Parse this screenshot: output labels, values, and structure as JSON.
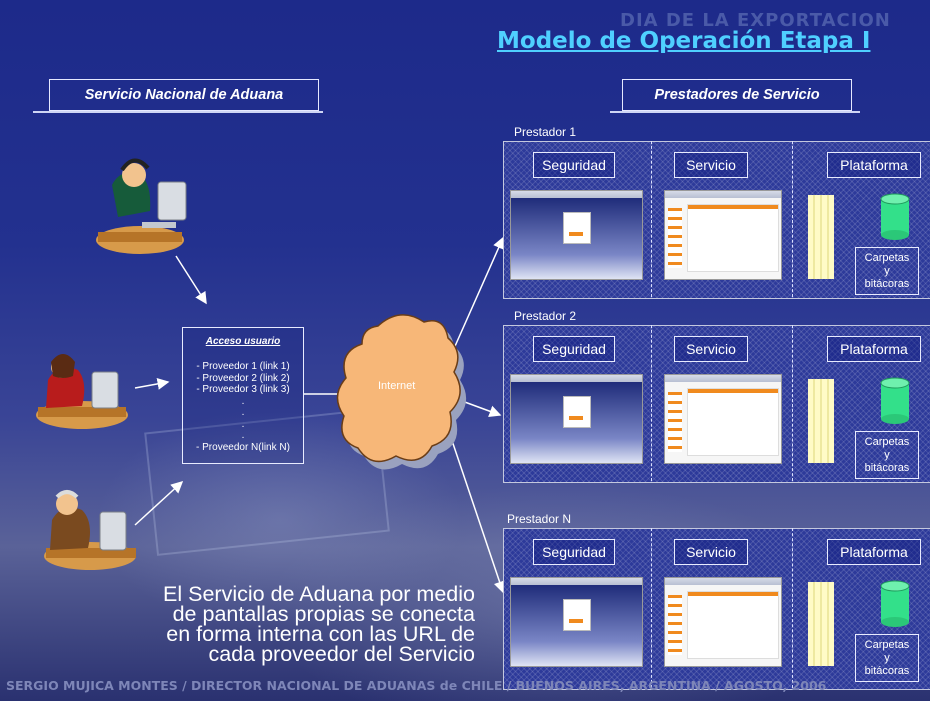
{
  "header": {
    "background_caption": "DIA DE LA EXPORTACION",
    "title": "Modelo de Operación Etapa I"
  },
  "left": {
    "label": "Servicio Nacional de Aduana",
    "acceso": {
      "title": "Acceso usuario",
      "items": [
        "- Proveedor 1 (link 1)",
        "- Proveedor 2 (link 2)",
        "- Proveedor 3 (link 3)",
        ".",
        ".",
        ".",
        ".",
        "- Proveedor N(link N)"
      ]
    },
    "users": [
      "user-headset-icon",
      "user-woman-icon",
      "user-elder-icon"
    ]
  },
  "internet": {
    "label": "Internet"
  },
  "right": {
    "label": "Prestadores de Servicio",
    "columns": [
      "Seguridad",
      "Servicio",
      "Plataforma"
    ],
    "storage_label_lines": [
      "Carpetas",
      "y",
      "bitácoras"
    ],
    "prestadores": [
      "Prestador 1",
      "Prestador  2",
      "Prestador N"
    ]
  },
  "bottom_text_lines": [
    "El Servicio de Aduana por medio",
    "de pantallas propias se conecta",
    "en forma interna con las URL de",
    "cada proveedor del Servicio"
  ],
  "footer": "SERGIO MUJICA MONTES / DIRECTOR NACIONAL DE ADUANAS de CHILE / BUENOS AIRES, ARGENTINA / AGOSTO, 2006",
  "colors": {
    "title": "#4fd0ff",
    "cylinder": "#33e08a",
    "panel": "#2d3a9a",
    "accent_bar": "#f08a1e"
  }
}
